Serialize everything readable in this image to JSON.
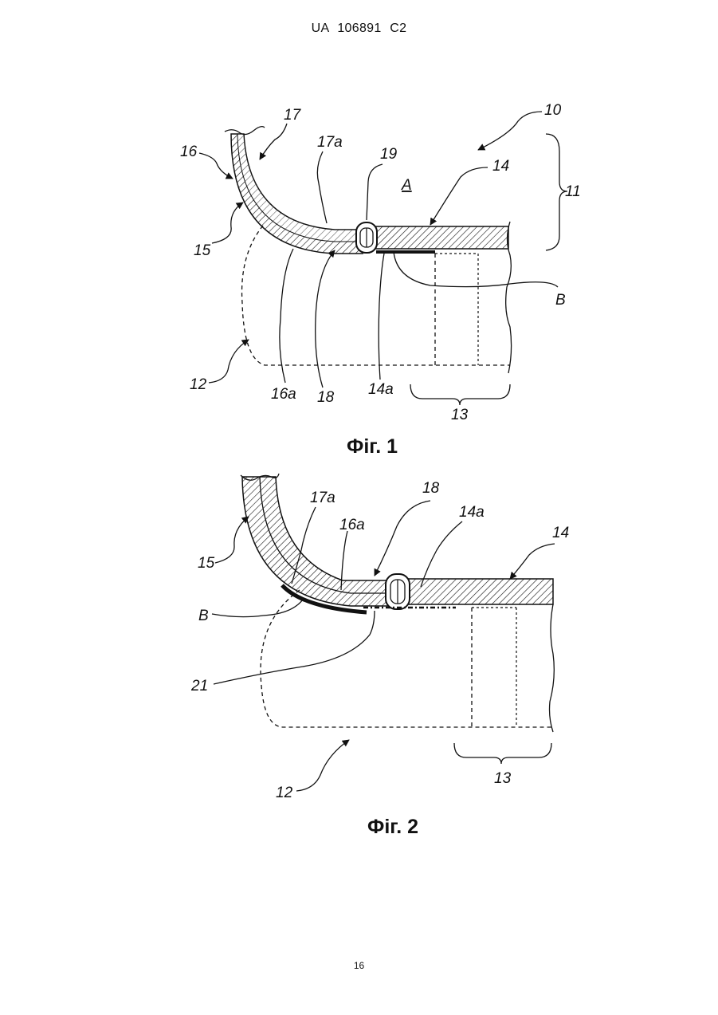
{
  "header": {
    "doc_id": "UA 106891 C2"
  },
  "page_number": "16",
  "figure1": {
    "caption": "Фіг. 1",
    "labels": {
      "l10": "10",
      "l17": "17",
      "l16": "16",
      "l17a": "17a",
      "l19": "19",
      "l14": "14",
      "lA": "A",
      "l11": "11",
      "l15": "15",
      "lB": "B",
      "l12": "12",
      "l16a": "16a",
      "l18": "18",
      "l14a": "14a",
      "l13": "13"
    }
  },
  "figure2": {
    "caption": "Фіг. 2",
    "labels": {
      "l17a": "17a",
      "l18": "18",
      "l16a": "16a",
      "l14a": "14a",
      "l14": "14",
      "l15": "15",
      "lB": "B",
      "l21": "21",
      "l12": "12",
      "l13": "13"
    }
  }
}
